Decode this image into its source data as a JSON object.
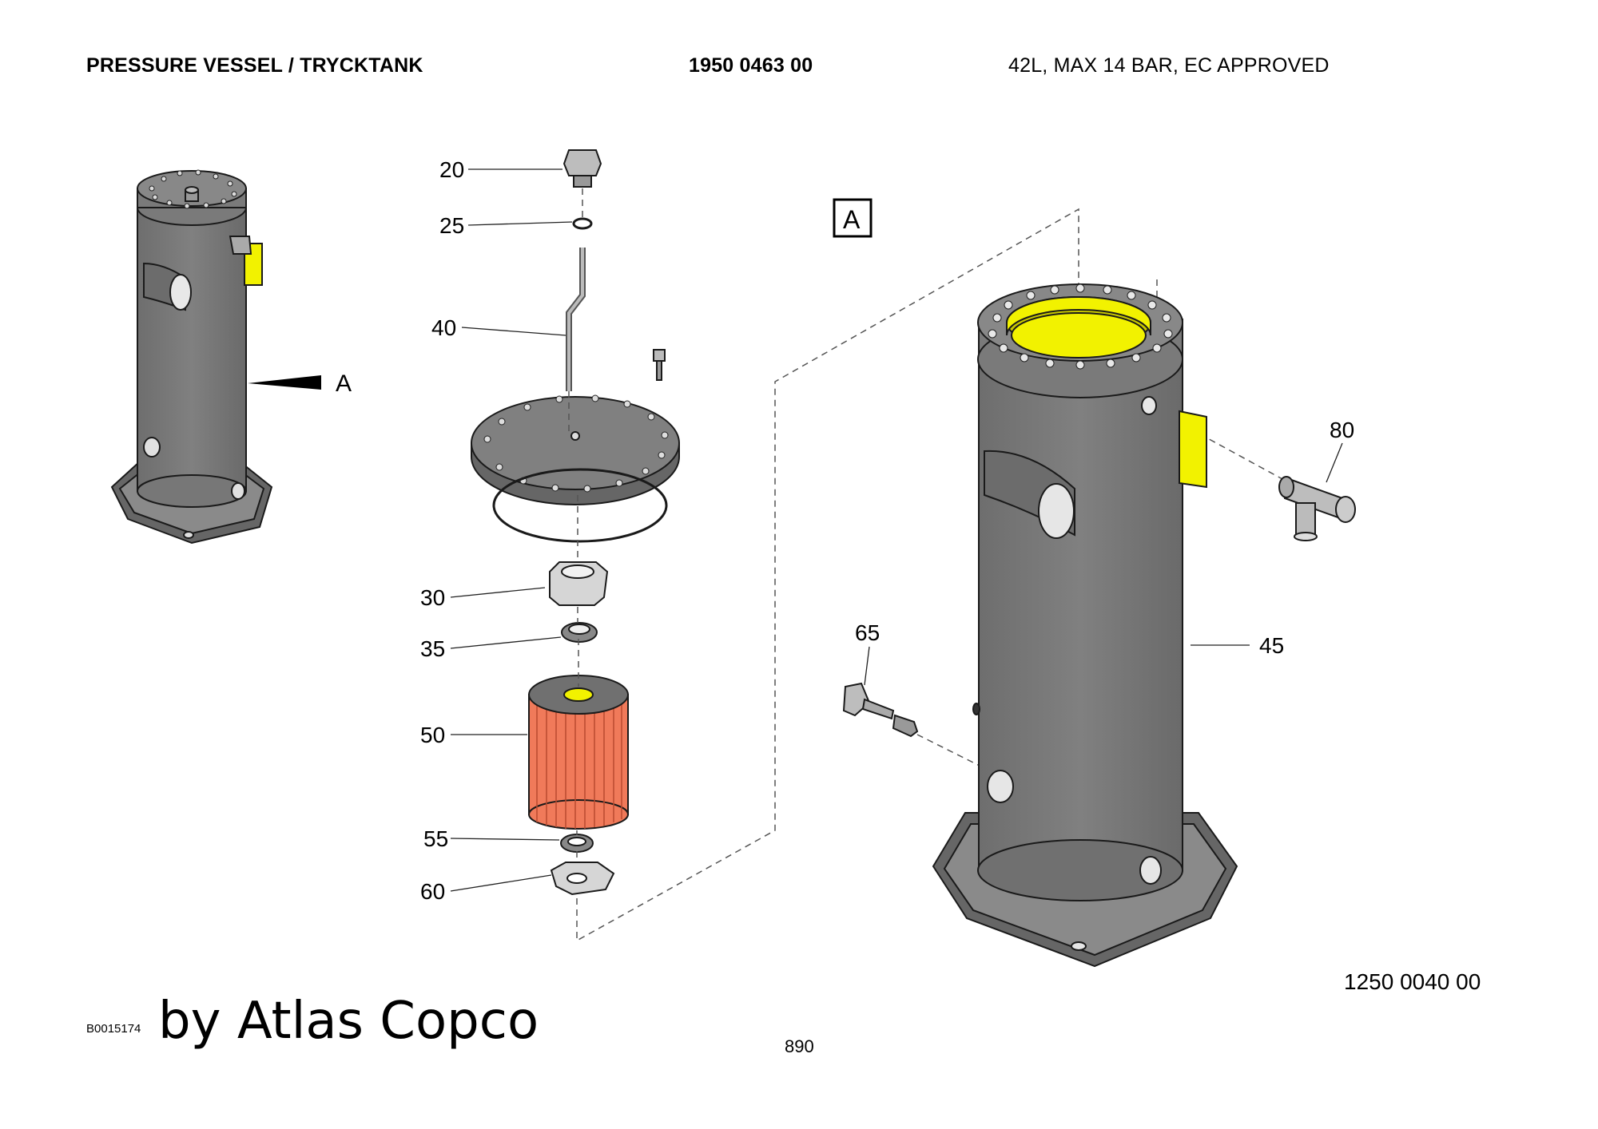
{
  "header": {
    "title": "PRESSURE VESSEL / TRYCKTANK",
    "part_number": "1950 0463 00",
    "specification": "42L, MAX 14 BAR, EC APPROVED"
  },
  "detail_label": "A",
  "detail_box_label": "A",
  "callouts": {
    "c20": "20",
    "c25": "25",
    "c40": "40",
    "c30": "30",
    "c35": "35",
    "c50": "50",
    "c55": "55",
    "c60": "60",
    "c80": "80",
    "c65": "65",
    "c45": "45"
  },
  "footer": {
    "assembly_number": "1250 0040 00",
    "drawing_id": "B0015174",
    "byline": "by Atlas Copco",
    "page_number": "890"
  },
  "colors": {
    "vessel_body": "#7d7d7d",
    "highlight_yellow": "#f2f200",
    "filter_orange": "#f07a5a",
    "line": "#1a1a1a"
  }
}
